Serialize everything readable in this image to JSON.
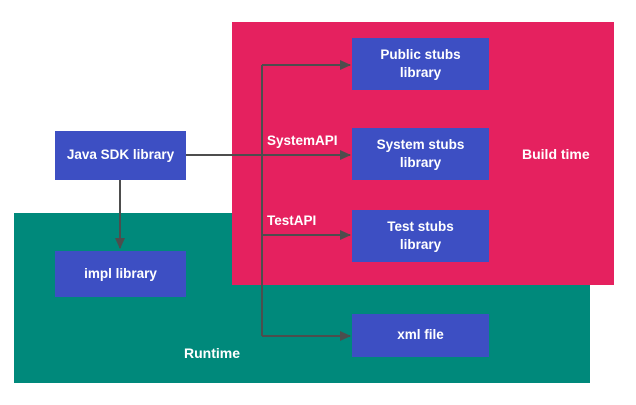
{
  "theme": {
    "bg": "#ffffff",
    "pink": "#e5215f",
    "teal": "#00897b",
    "node": "#3d4fc3",
    "arrow": "#4d4d4d"
  },
  "regions": {
    "build_time": {
      "label": "Build time"
    },
    "runtime": {
      "label": "Runtime"
    }
  },
  "nodes": {
    "java_sdk": {
      "label": "Java SDK library"
    },
    "public_stubs": {
      "label": "Public stubs library"
    },
    "system_stubs": {
      "label": "System stubs library"
    },
    "test_stubs": {
      "label": "Test stubs library"
    },
    "impl": {
      "label": "impl library"
    },
    "xml_file": {
      "label": "xml file"
    }
  },
  "edges": {
    "system_api": {
      "label": "SystemAPI"
    },
    "test_api": {
      "label": "TestAPI"
    }
  }
}
